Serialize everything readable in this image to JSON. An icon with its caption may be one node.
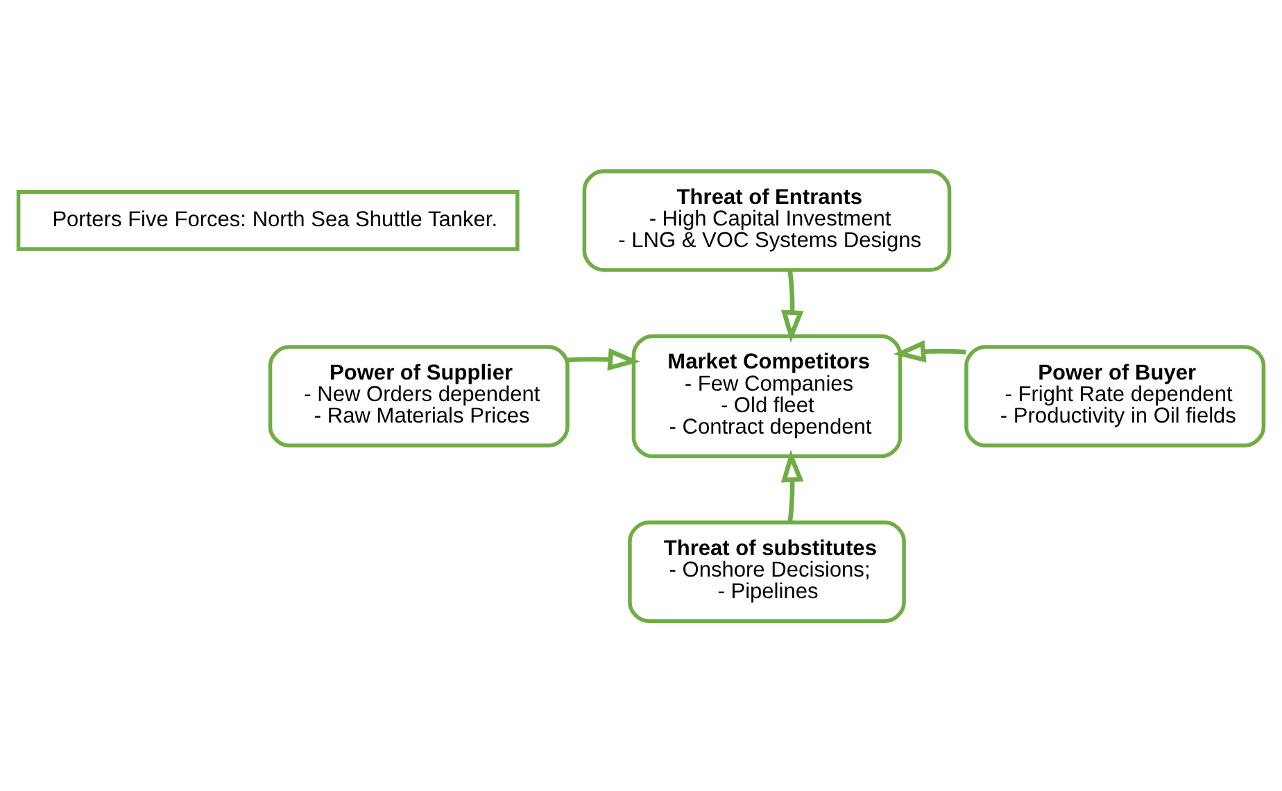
{
  "diagram": {
    "nodes": [
      {
        "text": [
          "Porters Five Forces: North Sea Shuttle Tanker."
        ]
      },
      {
        "text": [
          "Threat of Entrants",
          "- High Capital Investment",
          "- LNG & VOC Systems Designs"
        ]
      },
      {
        "text": [
          "Power of Supplier",
          "- New Orders dependent",
          "- Raw Materials Prices"
        ]
      },
      {
        "text": [
          "Market Competitors",
          "- Few Companies",
          "- Old fleet",
          "- Contract dependent"
        ]
      },
      {
        "text": [
          "Power of Buyer",
          "- Fright Rate dependent",
          "- Productivity in Oil fields"
        ]
      },
      {
        "text": [
          "Threat of substitutes",
          "- Onshore Decisions;",
          "- Pipelines"
        ]
      }
    ],
    "edges": [
      {
        "from": 1,
        "to": 3,
        "arrow": "to"
      },
      {
        "from": 2,
        "to": 3,
        "arrow": "to"
      },
      {
        "from": 4,
        "to": 3,
        "arrow": "to"
      },
      {
        "from": 5,
        "to": 3,
        "arrow": "to"
      }
    ]
  }
}
